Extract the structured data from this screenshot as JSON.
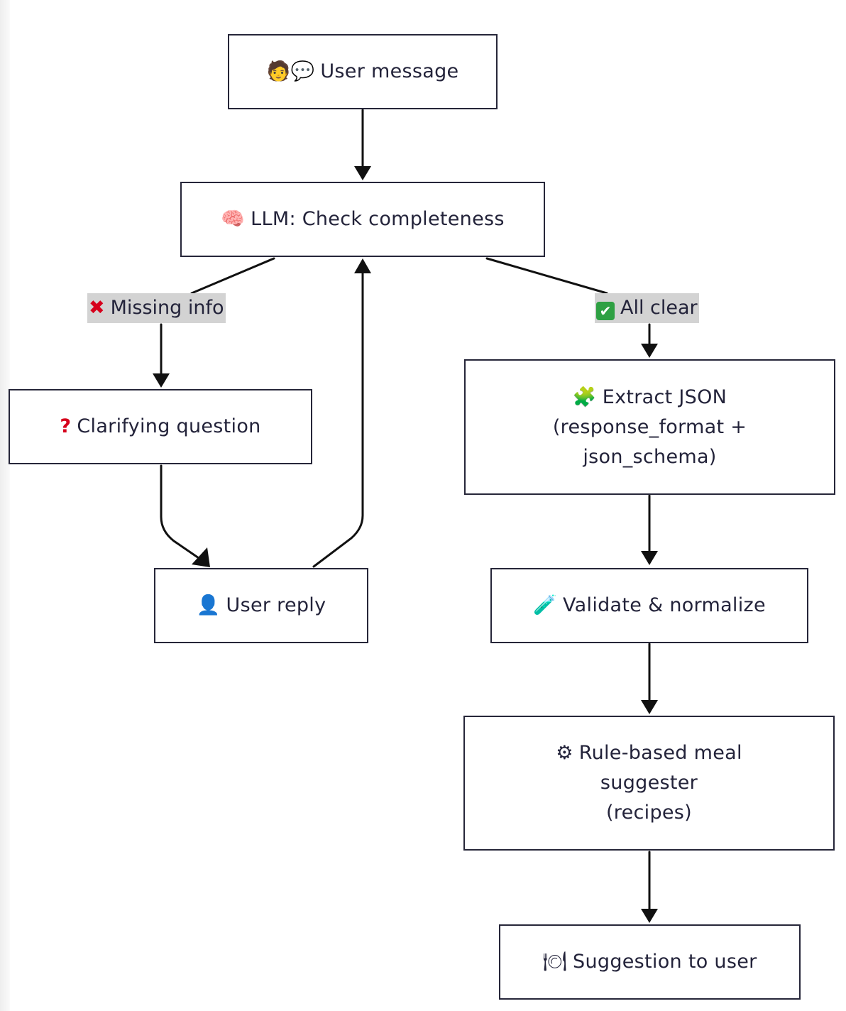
{
  "nodes": {
    "user_message": {
      "icon": "🧑💬",
      "label": "User message"
    },
    "llm_check": {
      "icon": "🧠",
      "label": "LLM: Check completeness"
    },
    "clarifying": {
      "icon": "?",
      "label": "Clarifying question"
    },
    "user_reply": {
      "icon": "👤",
      "label": "User reply"
    },
    "extract": {
      "icon": "🧩",
      "line1": "Extract JSON",
      "line2": "(response_format +",
      "line3": "json_schema)"
    },
    "validate": {
      "icon": "🧪",
      "label": "Validate & normalize"
    },
    "rule_based": {
      "icon": "⚙",
      "line1": "Rule-based meal",
      "line2": "suggester",
      "line3": "(recipes)"
    },
    "suggestion": {
      "icon": "🍽",
      "label": "Suggestion to user"
    }
  },
  "edge_labels": {
    "missing": {
      "icon": "✖",
      "label": "Missing info"
    },
    "clear": {
      "icon": "✔",
      "label": "All clear"
    }
  },
  "colors": {
    "stroke": "#1a1a1a",
    "label_bg": "#d3d3d3",
    "border": "#262639"
  }
}
